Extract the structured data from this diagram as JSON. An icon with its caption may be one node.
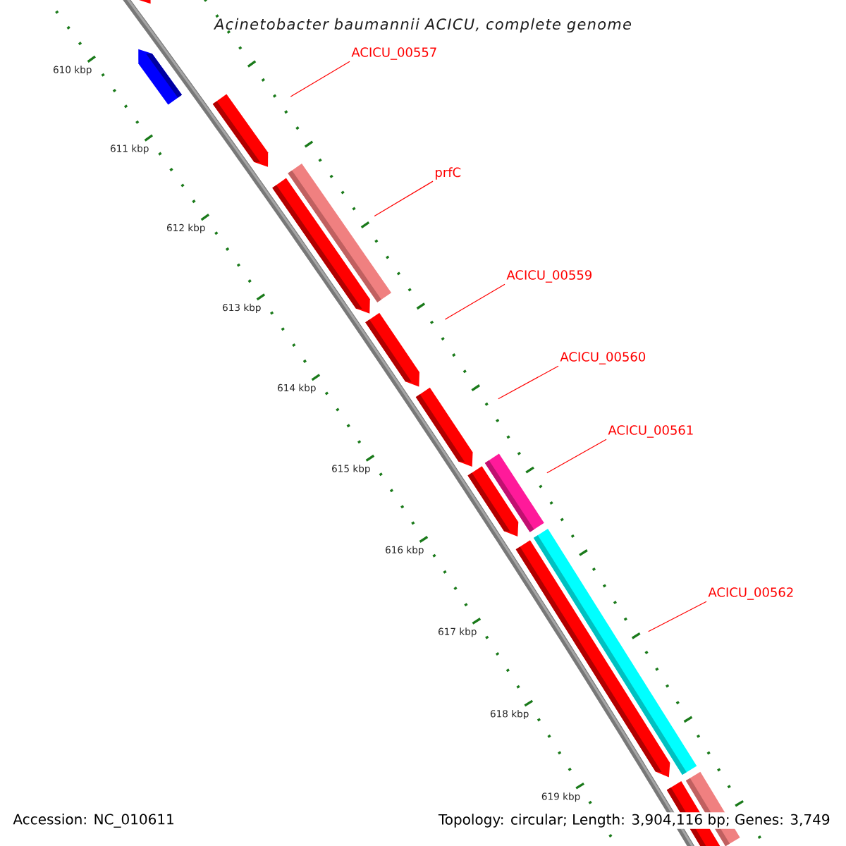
{
  "diagram": {
    "title": "Acinetobacter baumannii ACICU, complete genome",
    "nodes": [
      {
        "text": [
          "ACICU_00557"
        ]
      },
      {
        "text": [
          "prfC"
        ]
      },
      {
        "text": [
          "ACICU_00559"
        ]
      },
      {
        "text": [
          "ACICU_00560"
        ]
      },
      {
        "text": [
          "ACICU_00561"
        ]
      },
      {
        "text": [
          "ACICU_00562"
        ]
      }
    ],
    "edges": [
      {
        "from": 0,
        "to": null,
        "arrow": "none"
      },
      {
        "from": 1,
        "to": null,
        "arrow": "none"
      },
      {
        "from": 2,
        "to": null,
        "arrow": "none"
      },
      {
        "from": 3,
        "to": null,
        "arrow": "none"
      },
      {
        "from": 4,
        "to": null,
        "arrow": "none"
      },
      {
        "from": 5,
        "to": null,
        "arrow": "none"
      }
    ],
    "labels": [
      "610 kbp",
      "611 kbp",
      "612 kbp",
      "613 kbp",
      "614 kbp",
      "615 kbp",
      "616 kbp",
      "617 kbp",
      "618 kbp",
      "619 kbp",
      "Accession: NC_010611",
      "Topology: circular; Length: 3,904,116 bp; Genes: 3,749"
    ]
  }
}
